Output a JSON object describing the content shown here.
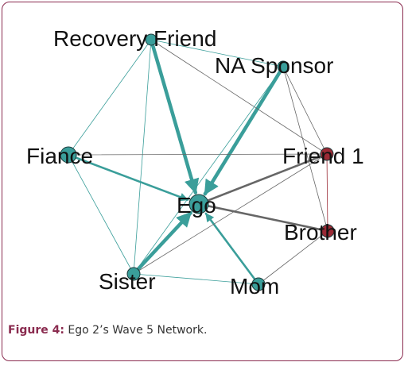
{
  "figure": {
    "caption_prefix": "Figure 4:",
    "caption_text": " Ego 2’s Wave 5 Network."
  },
  "colors": {
    "frame_border": "#8a2b4f",
    "teal": "#3a9e9a",
    "teal_dark": "#2b7f7b",
    "maroon": "#9b2a35",
    "grey": "#666666"
  },
  "nodes": [
    {
      "id": "ego",
      "label": "Ego",
      "group": "teal"
    },
    {
      "id": "recovery-friend",
      "label": "Recovery Friend",
      "group": "teal"
    },
    {
      "id": "na-sponsor",
      "label": "NA Sponsor",
      "group": "teal"
    },
    {
      "id": "fiance",
      "label": "Fiance",
      "group": "teal"
    },
    {
      "id": "friend-1",
      "label": "Friend 1",
      "group": "maroon"
    },
    {
      "id": "brother",
      "label": "Brother",
      "group": "maroon"
    },
    {
      "id": "sister",
      "label": "Sister",
      "group": "teal"
    },
    {
      "id": "mom",
      "label": "Mom",
      "group": "teal"
    }
  ],
  "edges": [
    {
      "from": "recovery-friend",
      "to": "ego",
      "weight": "heavy",
      "arrow": true,
      "color": "teal"
    },
    {
      "from": "na-sponsor",
      "to": "ego",
      "weight": "heavy",
      "arrow": true,
      "color": "teal"
    },
    {
      "from": "fiance",
      "to": "ego",
      "weight": "medium",
      "arrow": true,
      "color": "teal"
    },
    {
      "from": "sister",
      "to": "ego",
      "weight": "heavy",
      "arrow": true,
      "color": "teal"
    },
    {
      "from": "mom",
      "to": "ego",
      "weight": "medium",
      "arrow": true,
      "color": "teal"
    },
    {
      "from": "friend-1",
      "to": "ego",
      "weight": "medium",
      "arrow": false,
      "color": "grey"
    },
    {
      "from": "brother",
      "to": "ego",
      "weight": "medium",
      "arrow": false,
      "color": "grey"
    },
    {
      "from": "recovery-friend",
      "to": "na-sponsor",
      "weight": "thin",
      "arrow": false,
      "color": "teal"
    },
    {
      "from": "recovery-friend",
      "to": "fiance",
      "weight": "thin",
      "arrow": false,
      "color": "teal"
    },
    {
      "from": "recovery-friend",
      "to": "sister",
      "weight": "thin",
      "arrow": false,
      "color": "teal"
    },
    {
      "from": "recovery-friend",
      "to": "friend-1",
      "weight": "thin",
      "arrow": false,
      "color": "grey"
    },
    {
      "from": "na-sponsor",
      "to": "friend-1",
      "weight": "thin",
      "arrow": false,
      "color": "grey"
    },
    {
      "from": "na-sponsor",
      "to": "brother",
      "weight": "thin",
      "arrow": false,
      "color": "grey"
    },
    {
      "from": "fiance",
      "to": "friend-1",
      "weight": "thin",
      "arrow": false,
      "color": "grey"
    },
    {
      "from": "fiance",
      "to": "sister",
      "weight": "thin",
      "arrow": false,
      "color": "teal"
    },
    {
      "from": "friend-1",
      "to": "brother",
      "weight": "thin",
      "arrow": false,
      "color": "maroon"
    },
    {
      "from": "friend-1",
      "to": "sister",
      "weight": "thin",
      "arrow": false,
      "color": "grey"
    },
    {
      "from": "brother",
      "to": "mom",
      "weight": "thin",
      "arrow": false,
      "color": "grey"
    },
    {
      "from": "sister",
      "to": "mom",
      "weight": "thin",
      "arrow": false,
      "color": "teal"
    },
    {
      "from": "sister",
      "to": "na-sponsor",
      "weight": "thin",
      "arrow": false,
      "color": "teal"
    }
  ]
}
